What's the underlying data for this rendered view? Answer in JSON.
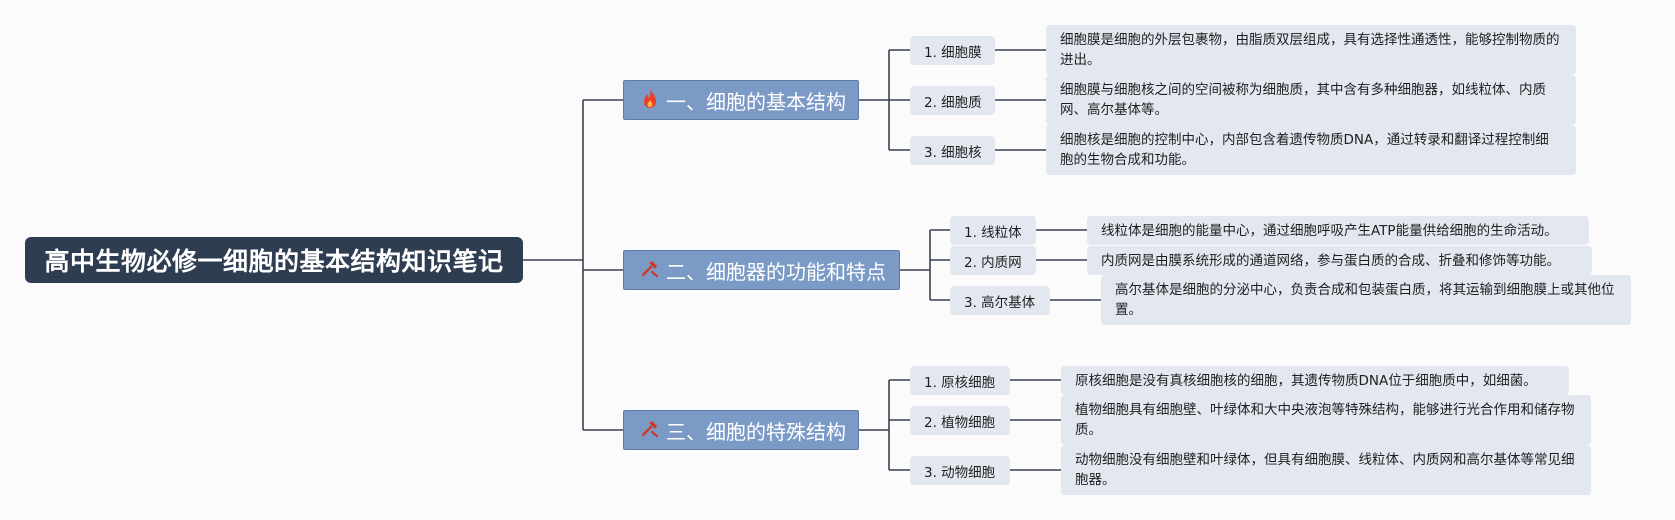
{
  "title": "高中生物必修一细胞的基本结构知识笔记",
  "branches": [
    {
      "label": "一、细胞的基本结构",
      "icon": "flame-icon",
      "children": [
        {
          "label": "1. 细胞膜",
          "text": "细胞膜是细胞的外层包裹物，由脂质双层组成，具有选择性通透性，能够控制物质的进出。"
        },
        {
          "label": "2. 细胞质",
          "text": "细胞膜与细胞核之间的空间被称为细胞质，其中含有多种细胞器，如线粒体、内质网、高尔基体等。"
        },
        {
          "label": "3. 细胞核",
          "text": "细胞核是细胞的控制中心，内部包含着遗传物质DNA，通过转录和翻译过程控制细胞的生物合成和功能。"
        }
      ]
    },
    {
      "label": "二、细胞器的功能和特点",
      "icon": "tools-icon",
      "children": [
        {
          "label": "1. 线粒体",
          "text": "线粒体是细胞的能量中心，通过细胞呼吸产生ATP能量供给细胞的生命活动。"
        },
        {
          "label": "2. 内质网",
          "text": "内质网是由膜系统形成的通道网络，参与蛋白质的合成、折叠和修饰等功能。"
        },
        {
          "label": "3. 高尔基体",
          "text": "高尔基体是细胞的分泌中心，负责合成和包装蛋白质，将其运输到细胞膜上或其他位置。"
        }
      ]
    },
    {
      "label": "三、细胞的特殊结构",
      "icon": "tools-icon",
      "children": [
        {
          "label": "1. 原核细胞",
          "text": "原核细胞是没有真核细胞核的细胞，其遗传物质DNA位于细胞质中，如细菌。"
        },
        {
          "label": "2. 植物细胞",
          "text": "植物细胞具有细胞壁、叶绿体和大中央液泡等特殊结构，能够进行光合作用和储存物质。"
        },
        {
          "label": "3. 动物细胞",
          "text": "动物细胞没有细胞壁和叶绿体，但具有细胞膜、线粒体、内质网和高尔基体等常见细胞器。"
        }
      ]
    }
  ],
  "colors": {
    "root": "#2f3d52",
    "branch": "#7c9ac6",
    "node": "#e3e8f0",
    "line": "#3a4250",
    "flame": "#e8402a"
  }
}
